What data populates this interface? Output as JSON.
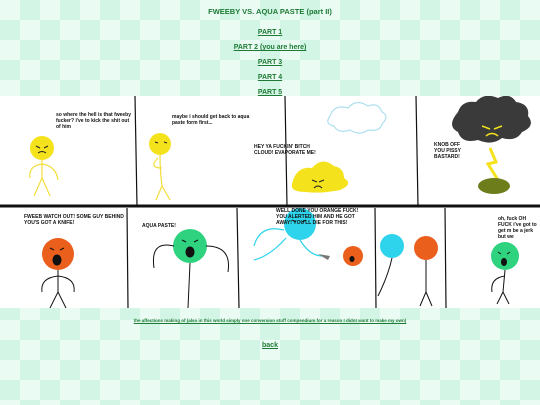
{
  "title": "FWEEBY VS. AQUA PASTE (part II)",
  "nav": [
    {
      "label": "PART 1"
    },
    {
      "label": "PART 2 (you are here)"
    },
    {
      "label": "PART 3"
    },
    {
      "label": "PART 4"
    },
    {
      "label": "PART 5"
    }
  ],
  "comic": {
    "panels": [
      {
        "text": "so where the hell is that fweeby fucker? i've to kick the shit out of him"
      },
      {
        "text": "maybe i should get back to aqua paste form first..."
      },
      {
        "text": "HEY YA FUCKIN' BITCH CLOUD! EVAPORATE ME!"
      },
      {
        "text": "KNOB OFF YOU PISSY BASTARD!"
      },
      {
        "text": "FWEEB WATCH OUT! SOME GUY BEHIND YOU'S GOT A KNIFE!"
      },
      {
        "text": "AQUA PASTE!"
      },
      {
        "text": "WELL DONE YOU ORANGE FUCK! YOU ALERTED HIM AND HE GOT AWAY! YOU'LL DIE FOR THIS!"
      },
      {
        "text": "oh, fuck OH FUCK i've got to get m be a jerk but we"
      }
    ]
  },
  "caption": "the affections making of (also in this world simply one conversion stuff compendium for a reason I didnt want to make my own)",
  "back_label": "back",
  "colors": {
    "link": "#1e7a33",
    "yellow": "#f4e21c",
    "orange": "#ea5f1c",
    "aqua": "#2ed3ec",
    "green": "#2fd27f"
  }
}
